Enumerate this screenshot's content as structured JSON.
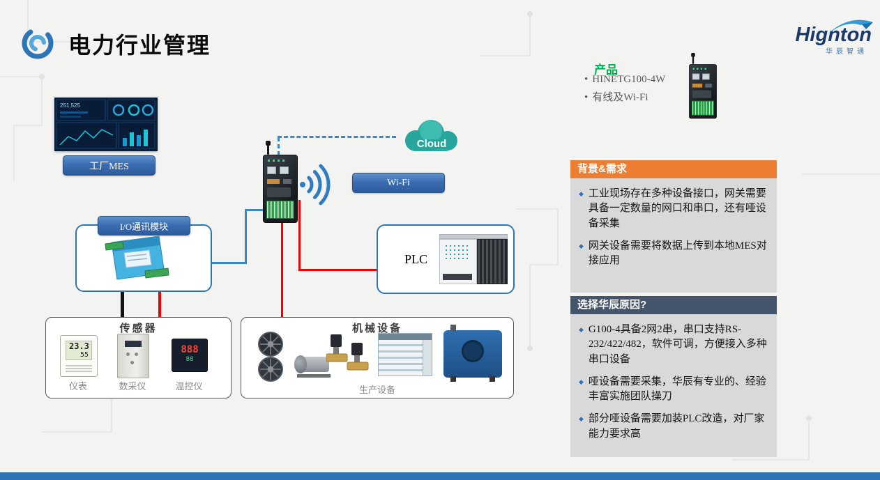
{
  "page": {
    "title": "电力行业管理",
    "accent_blue": "#2e75b6",
    "footer_color": "#2e75b6",
    "background": "#f3f3f1"
  },
  "brand": {
    "name": "Hignton",
    "subtitle": "华辰智通"
  },
  "product": {
    "heading": "产品",
    "items": [
      "HINETG100-4W",
      "有线及Wi-Fi"
    ]
  },
  "diagram": {
    "mes": {
      "label": "工厂MES",
      "dashboard_value": "251,525"
    },
    "cloud_label": "Cloud",
    "wifi_label": "Wi-Fi",
    "io_label": "I/O通讯模块",
    "plc_label": "PLC",
    "sensors": {
      "title": "传感器",
      "items": [
        "仪表",
        "数采仪",
        "温控仪"
      ],
      "meter_display_top": "23.3",
      "meter_display_bottom": "55",
      "controller_display": "888",
      "controller_display_sub": "88"
    },
    "machines": {
      "title": "机械设备",
      "caption": "生产设备"
    }
  },
  "panels": [
    {
      "header": "背景&需求",
      "accent": "#ed7d31",
      "bullets": [
        "工业现场存在多种设备接口，网关需要具备一定数量的网口和串口，还有哑设备采集",
        "网关设备需要将数据上传到本地MES对接应用"
      ]
    },
    {
      "header": "选择华辰原因?",
      "accent": "#44546a",
      "bullets": [
        "G100-4具备2网2串，串口支持RS-232/422/482，软件可调，方便接入多种串口设备",
        "哑设备需要采集，华辰有专业的、经验丰富实施团队操刀",
        "部分哑设备需要加装PLC改造，对厂家能力要求高"
      ]
    }
  ]
}
